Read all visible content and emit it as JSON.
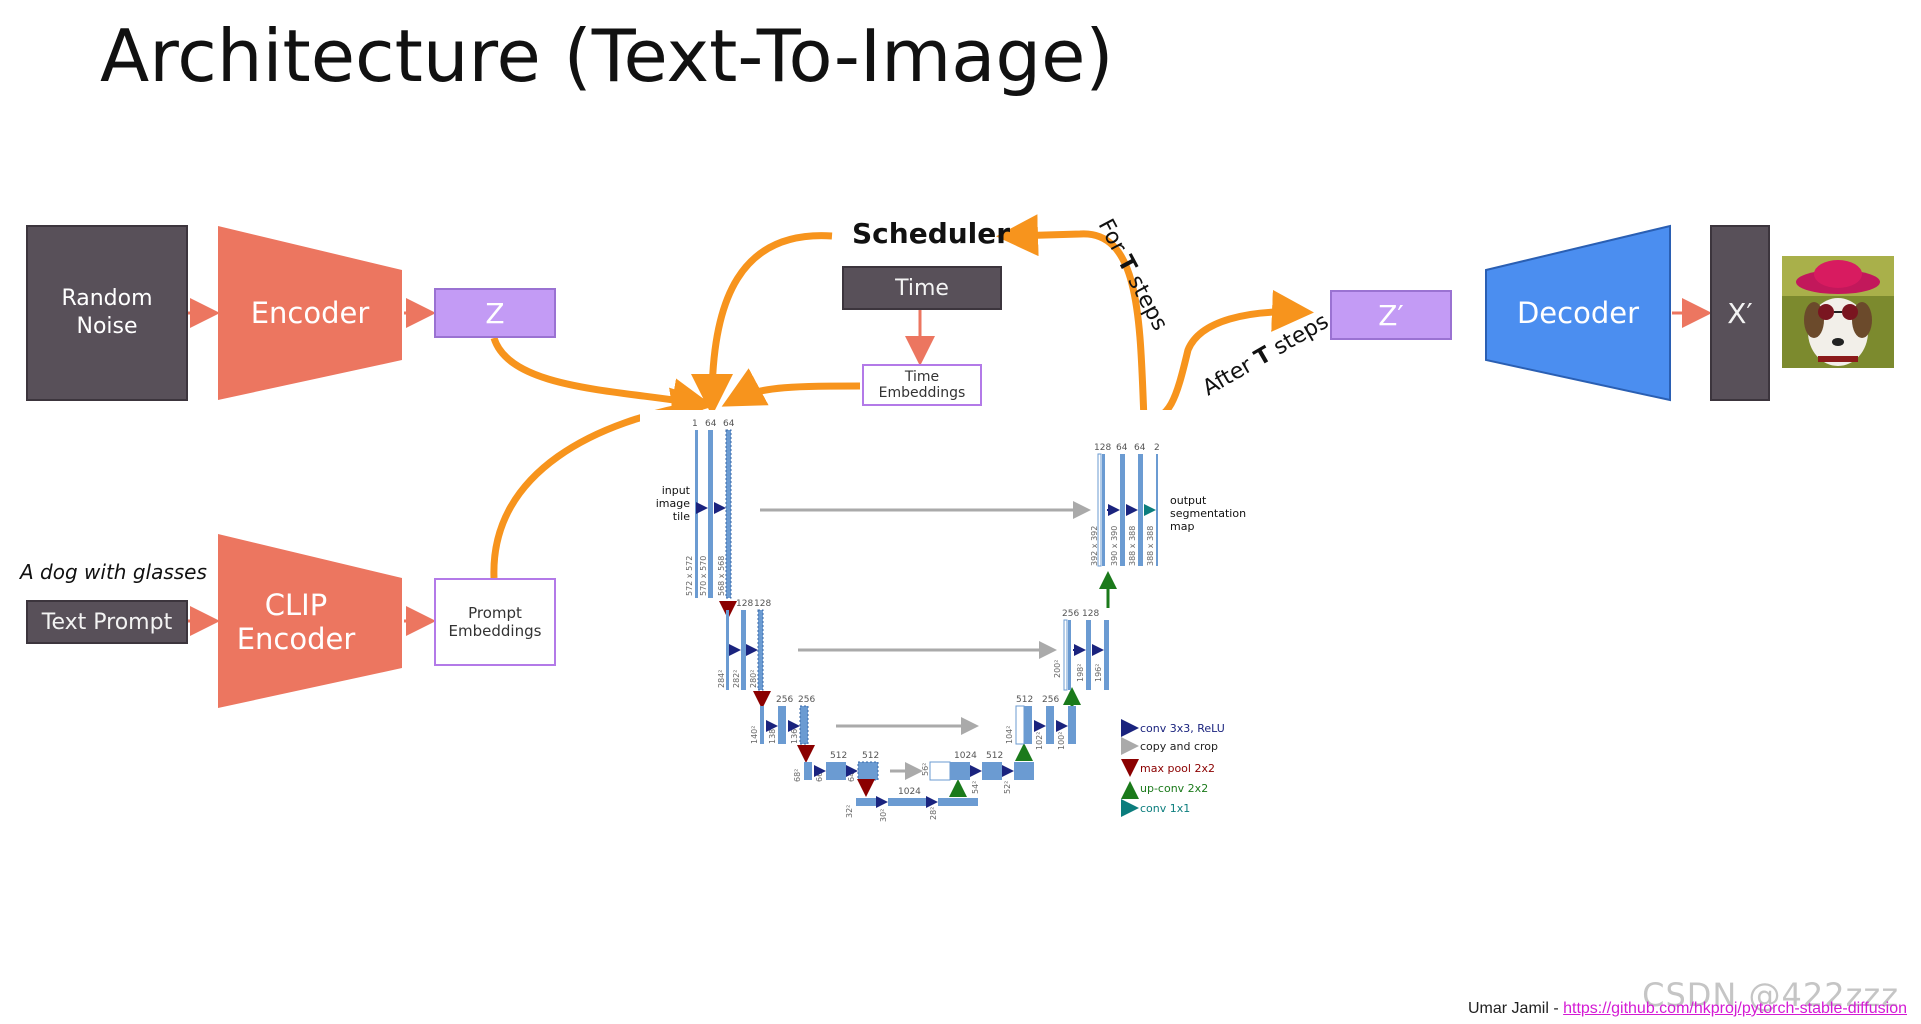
{
  "title": "Architecture (Text-To-Image)",
  "inputs": {
    "random_noise": "Random\nNoise",
    "prompt_example": "A dog with glasses",
    "text_prompt": "Text Prompt"
  },
  "encoder": "Encoder",
  "clip_encoder": "CLIP\nEncoder",
  "latent_z": "Z",
  "prompt_embeddings": "Prompt\nEmbeddings",
  "scheduler": "Scheduler",
  "time": "Time",
  "time_embeddings": "Time\nEmbeddings",
  "loop_label": {
    "prefix": "For ",
    "bold": "T",
    "suffix": " steps"
  },
  "after_label": {
    "prefix": "After ",
    "bold": "T",
    "suffix": " steps"
  },
  "latent_z_prime": "Z′",
  "decoder": "Decoder",
  "output_x_prime": "X′",
  "unet": {
    "input_label": "input\nimage\ntile",
    "output_label": "output\nsegmentation\nmap",
    "channels_enc1": [
      "1",
      "64",
      "64"
    ],
    "channels_enc2": [
      "128",
      "128"
    ],
    "channels_enc3": [
      "256",
      "256"
    ],
    "channels_enc4": [
      "512",
      "512"
    ],
    "channels_bottom": [
      "1024"
    ],
    "channels_dec4": [
      "1024",
      "512"
    ],
    "channels_dec3": [
      "512",
      "256"
    ],
    "channels_dec2": [
      "256",
      "128"
    ],
    "channels_dec1": [
      "128",
      "64",
      "64",
      "2"
    ],
    "sizes_enc1": [
      "572 x 572",
      "570 x 570",
      "568 x 568"
    ],
    "sizes_enc2": [
      "284²",
      "282²",
      "280²"
    ],
    "sizes_enc3": [
      "140²",
      "138²",
      "136²"
    ],
    "sizes_enc4": [
      "68²",
      "66²",
      "64²"
    ],
    "sizes_bottom": [
      "32²",
      "30²",
      "28²"
    ],
    "sizes_dec4": [
      "56²",
      "54²",
      "52²"
    ],
    "sizes_dec3": [
      "104²",
      "102²",
      "100²"
    ],
    "sizes_dec2": [
      "200²",
      "198²",
      "196²"
    ],
    "sizes_dec1": [
      "392 x 392",
      "390 x 390",
      "388 x 388",
      "388 x 388"
    ],
    "legend": [
      {
        "label": "conv 3x3, ReLU",
        "color": "#1a237e",
        "kind": "arrow-right"
      },
      {
        "label": "copy and crop",
        "color": "#222222",
        "kind": "arrow-gray"
      },
      {
        "label": "max pool 2x2",
        "color": "#8b0000",
        "kind": "arrow-down"
      },
      {
        "label": "up-conv 2x2",
        "color": "#1b7a1b",
        "kind": "arrow-up"
      },
      {
        "label": "conv 1x1",
        "color": "#0b7d7d",
        "kind": "arrow-teal"
      }
    ]
  },
  "footer": {
    "author": "Umar Jamil - ",
    "link": "https://github.com/hkproj/pytorch-stable-diffusion"
  },
  "watermark": "CSDN @422zzz",
  "colors": {
    "encoder": "#ec7660",
    "decoder": "#4b8ef0",
    "latent": "#c39bf5",
    "dark": "#585059",
    "flow_arrow": "#f7941d",
    "unet_block": "#6b9bd2"
  }
}
